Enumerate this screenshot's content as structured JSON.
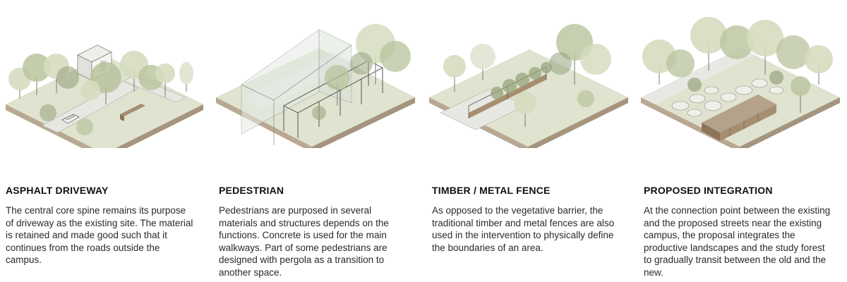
{
  "panels": [
    {
      "title": "ASPHALT DRIVEWAY",
      "description": "The central core spine remains its purpose of driveway as the existing site. The material is retained and made good such that it continues from the roads outside the campus."
    },
    {
      "title": "PEDESTRIAN",
      "description": "Pedestrians are purposed in several materials and structures depends on the functions. Concrete is used for the main walkways. Part of some pedestrians are designed with pergola as a transition to another space."
    },
    {
      "title": "TIMBER / METAL FENCE",
      "description": "As opposed to the vegetative barrier, the traditional timber and metal fences are also used in the intervention to physically define the boundaries of an area."
    },
    {
      "title": "PROPOSED INTEGRATION",
      "description": "At the connection point between the existing and the proposed streets near the existing campus, the proposal integrates the productive landscapes and the study forest to gradually transit between the old and the new."
    }
  ],
  "colors": {
    "ground_top": "#dfe3cf",
    "ground_left": "#b9a892",
    "ground_right": "#a5947e",
    "tree_light": "#d6dcbf",
    "tree_mid": "#b8c39c",
    "tree_dark": "#97a47f",
    "path": "#e8e8e3",
    "timber": "#a88e70"
  }
}
